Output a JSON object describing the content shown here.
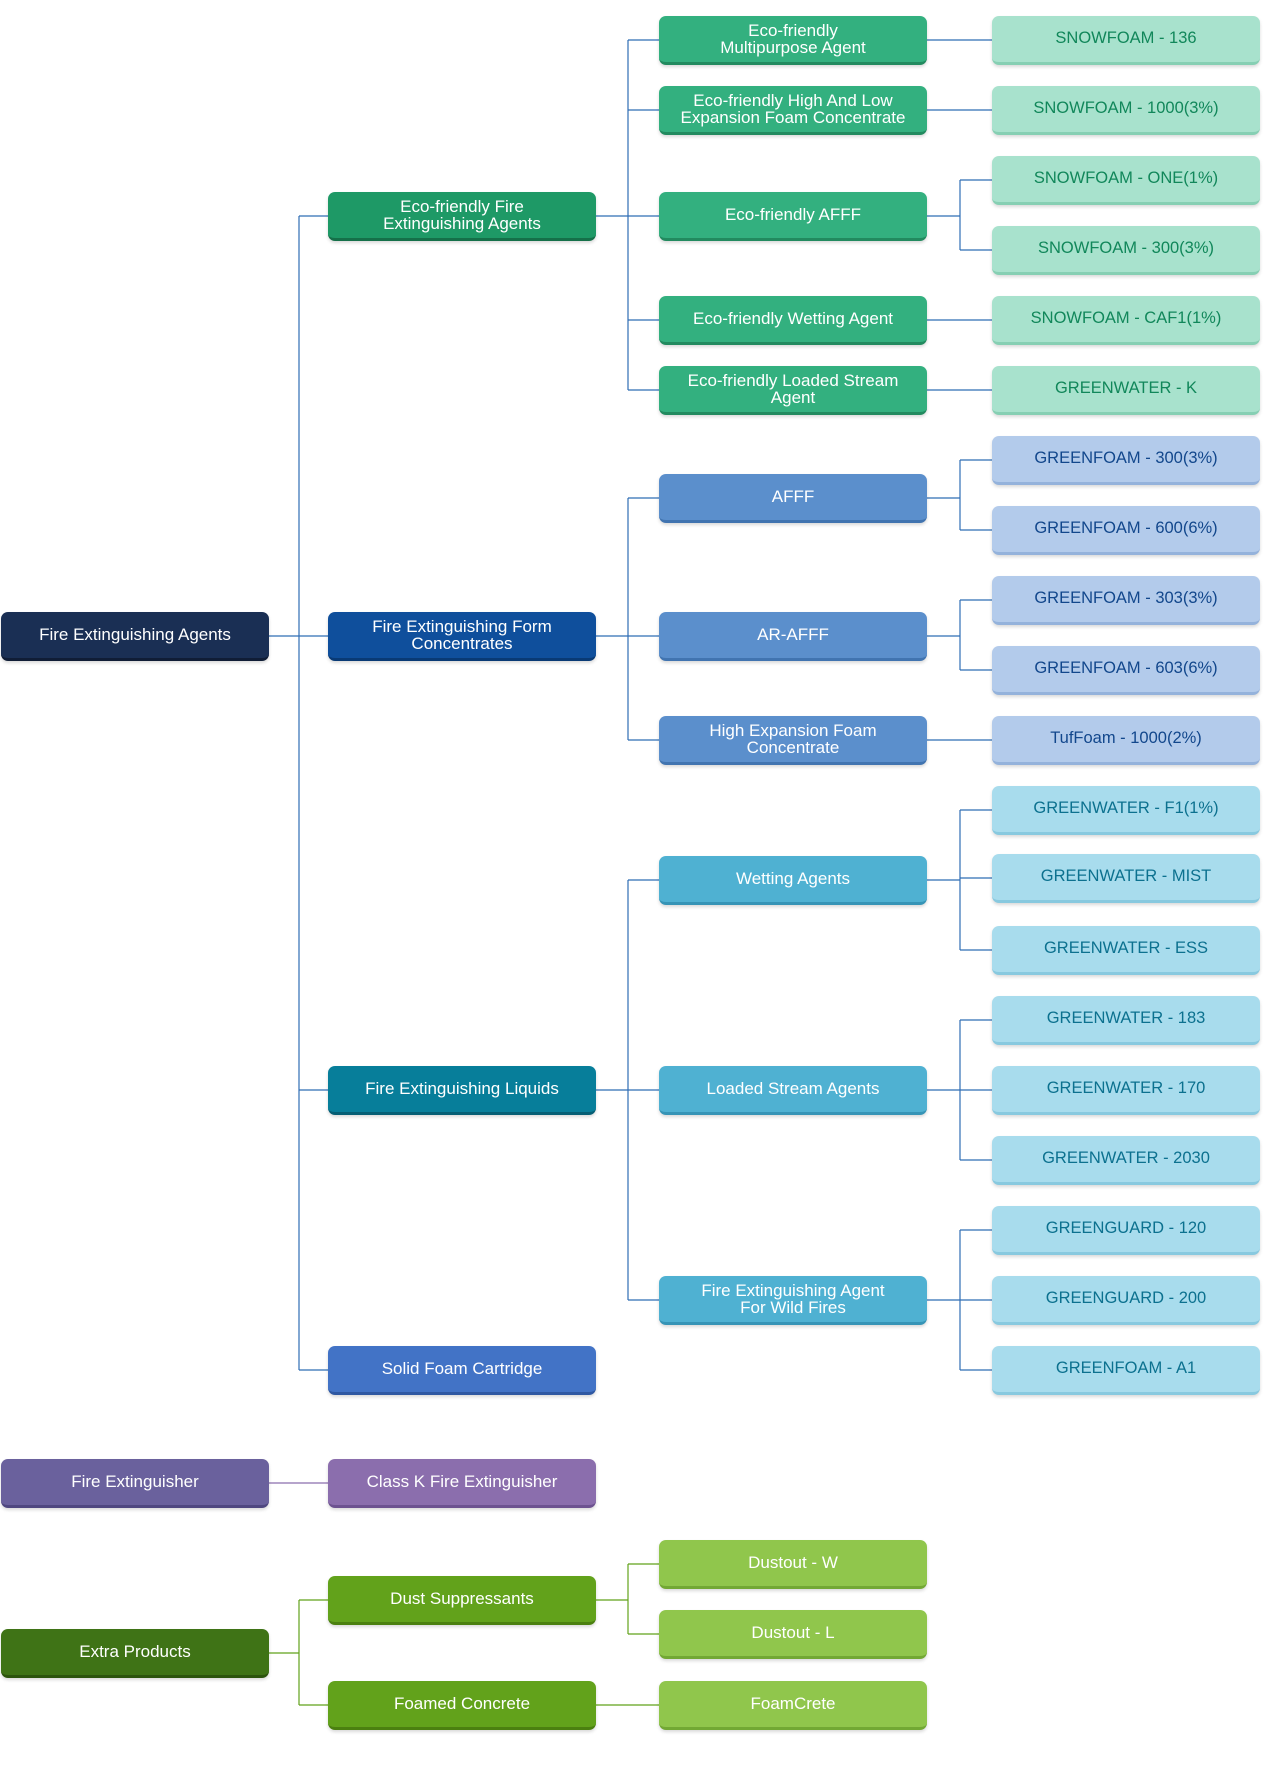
{
  "colors": {
    "link_blue": "#2f6db5",
    "link_purple": "#8b6ead",
    "link_green": "#62a21b"
  },
  "tree": [
    {
      "id": "fire-extinguishing-agents",
      "label": "Fire Extinguishing  Agents",
      "style": "navy",
      "children": [
        {
          "id": "eco-friendly-fire-extinguishing-agents",
          "label": "Eco-friendly Fire\nExtinguishing Agents",
          "style": "ecoD",
          "children": [
            {
              "id": "eco-friendly-multipurpose-agent",
              "label": "Eco-friendly\nMultipurpose Agent",
              "style": "ecoM",
              "children": [
                {
                  "id": "snowfoam-136",
                  "label": "SNOWFOAM - 136",
                  "style": "ecoL"
                }
              ]
            },
            {
              "id": "eco-friendly-high-low-expansion",
              "label": "Eco-friendly High And Low\nExpansion Foam Concentrate",
              "style": "ecoM",
              "children": [
                {
                  "id": "snowfoam-1000",
                  "label": "SNOWFOAM - 1000(3%)",
                  "style": "ecoL"
                }
              ]
            },
            {
              "id": "eco-friendly-afff",
              "label": "Eco-friendly  AFFF",
              "style": "ecoM",
              "children": [
                {
                  "id": "snowfoam-one",
                  "label": "SNOWFOAM - ONE(1%)",
                  "style": "ecoL"
                },
                {
                  "id": "snowfoam-300",
                  "label": "SNOWFOAM - 300(3%)",
                  "style": "ecoL"
                }
              ]
            },
            {
              "id": "eco-friendly-wetting-agent",
              "label": "Eco-friendly  Wetting Agent",
              "style": "ecoM",
              "children": [
                {
                  "id": "snowfoam-caf1",
                  "label": "SNOWFOAM - CAF1(1%)",
                  "style": "ecoL"
                }
              ]
            },
            {
              "id": "eco-friendly-loaded-stream-agent",
              "label": "Eco-friendly  Loaded Stream Agent",
              "style": "ecoM",
              "children": [
                {
                  "id": "greenwater-k",
                  "label": "GREENWATER - K",
                  "style": "ecoL"
                }
              ]
            }
          ]
        },
        {
          "id": "fire-extinguishing-form-concentrates",
          "label": "Fire Extinguishing Form\nConcentrates",
          "style": "blueD",
          "children": [
            {
              "id": "afff",
              "label": "AFFF",
              "style": "blueM",
              "children": [
                {
                  "id": "greenfoam-300",
                  "label": "GREENFOAM - 300(3%)",
                  "style": "blueL"
                },
                {
                  "id": "greenfoam-600",
                  "label": "GREENFOAM - 600(6%)",
                  "style": "blueL"
                }
              ]
            },
            {
              "id": "ar-afff",
              "label": "AR-AFFF",
              "style": "blueM",
              "children": [
                {
                  "id": "greenfoam-303",
                  "label": "GREENFOAM - 303(3%)",
                  "style": "blueL"
                },
                {
                  "id": "greenfoam-603",
                  "label": "GREENFOAM - 603(6%)",
                  "style": "blueL"
                }
              ]
            },
            {
              "id": "high-expansion-foam-concentrate",
              "label": "High Expansion Foam\nConcentrate",
              "style": "blueM",
              "children": [
                {
                  "id": "tuffoam-1000",
                  "label": "TufFoam - 1000(2%)",
                  "style": "blueL"
                }
              ]
            }
          ]
        },
        {
          "id": "fire-extinguishing-liquids",
          "label": "Fire Extinguishing Liquids",
          "style": "tealD",
          "children": [
            {
              "id": "wetting-agents",
              "label": "Wetting Agents",
              "style": "tealM",
              "children": [
                {
                  "id": "greenwater-f1",
                  "label": "GREENWATER - F1(1%)",
                  "style": "tealL"
                },
                {
                  "id": "greenwater-mist",
                  "label": "GREENWATER - MIST",
                  "style": "tealL"
                },
                {
                  "id": "greenwater-ess",
                  "label": "GREENWATER - ESS",
                  "style": "tealL"
                }
              ]
            },
            {
              "id": "loaded-stream-agents",
              "label": "Loaded Stream Agents",
              "style": "tealM",
              "children": [
                {
                  "id": "greenwater-183",
                  "label": "GREENWATER - 183",
                  "style": "tealL"
                },
                {
                  "id": "greenwater-170",
                  "label": "GREENWATER - 170",
                  "style": "tealL"
                },
                {
                  "id": "greenwater-2030",
                  "label": "GREENWATER - 2030",
                  "style": "tealL"
                }
              ]
            },
            {
              "id": "fire-extinguishing-agent-wild-fires",
              "label": "Fire Extinguishing Agent\nFor Wild Fires",
              "style": "tealM",
              "children": [
                {
                  "id": "greenguard-120",
                  "label": "GREENGUARD - 120",
                  "style": "tealL"
                },
                {
                  "id": "greenguard-200",
                  "label": "GREENGUARD - 200",
                  "style": "tealL"
                },
                {
                  "id": "greenfoam-a1",
                  "label": "GREENFOAM - A1",
                  "style": "tealL"
                }
              ]
            }
          ]
        },
        {
          "id": "solid-foam-cartridge",
          "label": "Solid Foam Cartridge",
          "style": "royal"
        }
      ]
    },
    {
      "id": "fire-extinguisher",
      "label": "Fire Extinguisher",
      "style": "purD",
      "children": [
        {
          "id": "class-k-fire-extinguisher",
          "label": "Class K Fire Extinguisher",
          "style": "purM"
        }
      ]
    },
    {
      "id": "extra-products",
      "label": "Extra Products",
      "style": "grnD",
      "children": [
        {
          "id": "dust-suppressants",
          "label": "Dust Suppressants",
          "style": "grnM",
          "children": [
            {
              "id": "dustout-w",
              "label": "Dustout - W",
              "style": "grnL"
            },
            {
              "id": "dustout-l",
              "label": "Dustout - L",
              "style": "grnL"
            }
          ]
        },
        {
          "id": "foamed-concrete",
          "label": "Foamed Concrete",
          "style": "grnM",
          "children": [
            {
              "id": "foamcrete",
              "label": "FoamCrete",
              "style": "grnL"
            }
          ]
        }
      ]
    }
  ]
}
